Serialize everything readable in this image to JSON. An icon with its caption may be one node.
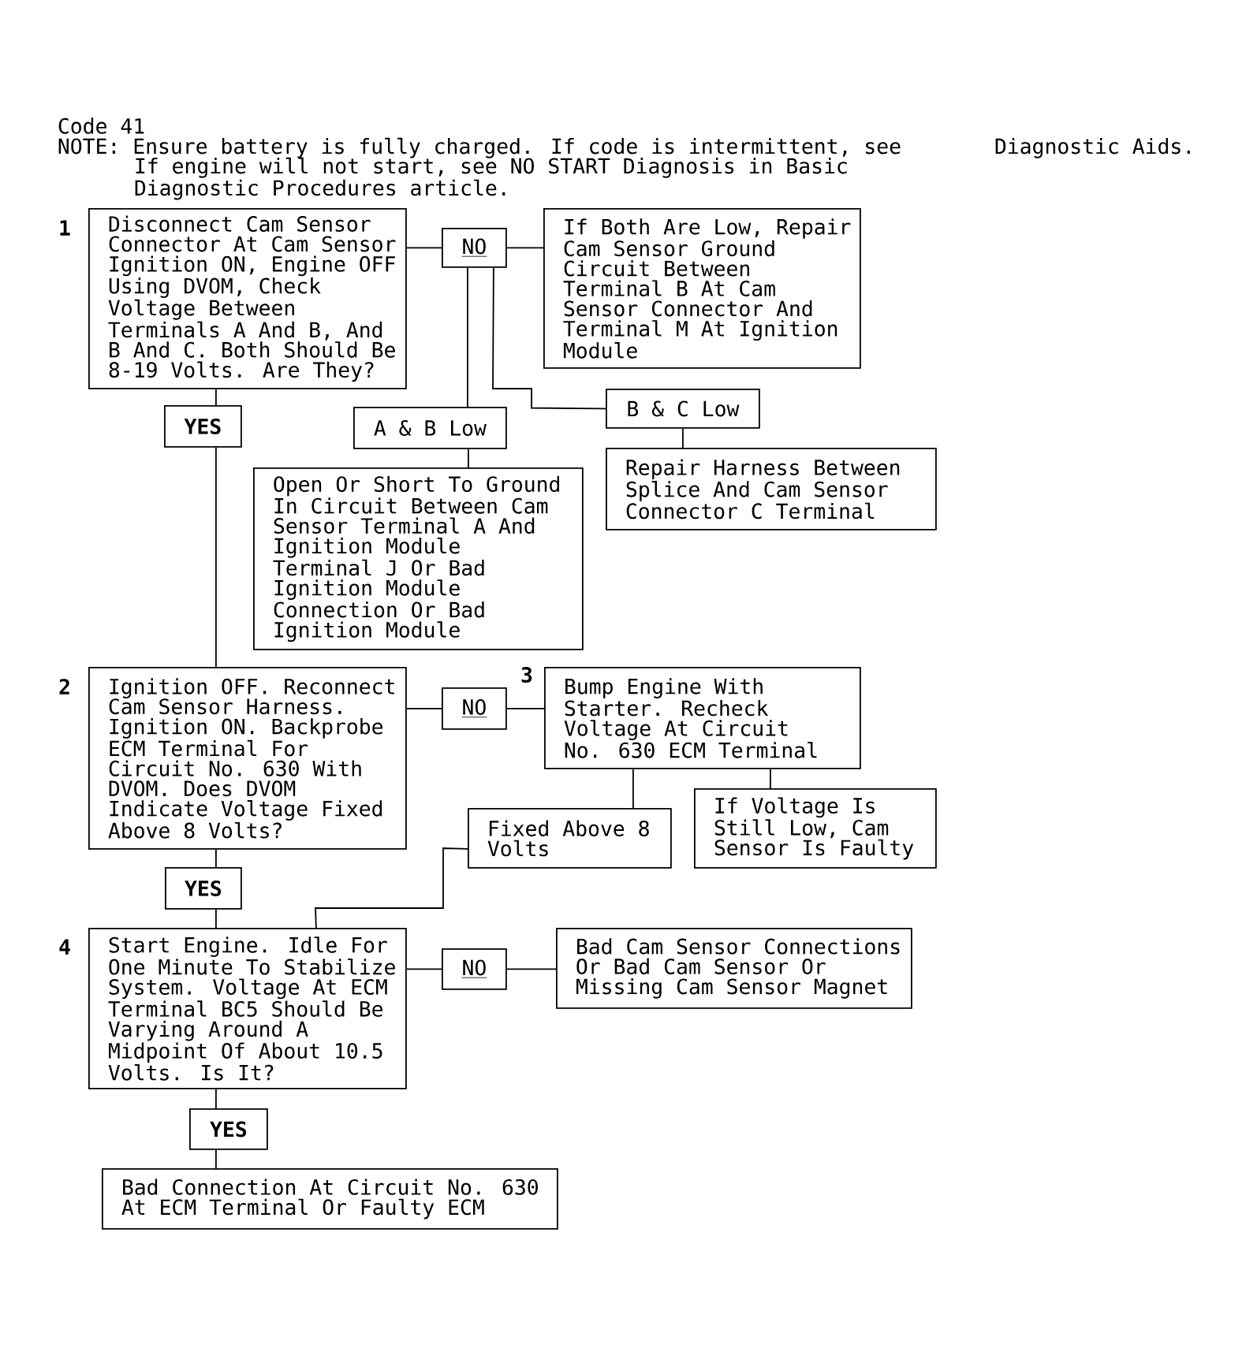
{
  "diagram": {
    "title": "Code 41",
    "nodes": [
      {
        "text": [
          "Disconnect Cam Sensor Connector At Cam Sensor Ignition ON, Engine OFF Using DVOM, Check Voltage Between Terminals A And B, And B And C. Both Should Be 8-19 Volts. Are They?"
        ],
        "beside": [
          "1"
        ]
      },
      {
        "text": [
          "NO"
        ]
      },
      {
        "text": [
          "If Both Are Low, Repair Cam Sensor Ground Circuit Between Terminal B At Cam Sensor Connector And Terminal M At Ignition Module"
        ]
      },
      {
        "text": [
          "YES"
        ]
      },
      {
        "text": [
          "A & B Low"
        ]
      },
      {
        "text": [
          "B & C Low"
        ]
      },
      {
        "text": [
          "Open Or Short To Ground In Circuit Between Cam Sensor Terminal A And Ignition Module Terminal J Or Bad Ignition Module Connection Or Bad Ignition Module"
        ]
      },
      {
        "text": [
          "Repair Harness Between Splice And Cam Sensor Connector C Terminal"
        ]
      },
      {
        "text": [
          "Ignition OFF. Reconnect Cam Sensor Harness. Ignition ON. Backprobe ECM Terminal For Circuit No. 630 With DVOM. Does DVOM Indicate Voltage Fixed Above 8 Volts?"
        ],
        "beside": [
          "2"
        ]
      },
      {
        "text": [
          "NO"
        ]
      },
      {
        "text": [
          "Bump Engine With Starter. Recheck Voltage At Circuit No. 630 ECM Terminal"
        ],
        "beside": [
          "3"
        ]
      },
      {
        "text": [
          "Fixed Above 8 Volts"
        ]
      },
      {
        "text": [
          "If Voltage Is Still Low, Cam Sensor Is Faulty"
        ]
      },
      {
        "text": [
          "YES"
        ]
      },
      {
        "text": [
          "Start Engine. Idle For One Minute To Stabilize System. Voltage At ECM Terminal BC5 Should Be Varying Around A Midpoint Of About 10.5 Volts. Is It?"
        ],
        "beside": [
          "4"
        ]
      },
      {
        "text": [
          "NO"
        ]
      },
      {
        "text": [
          "Bad Cam Sensor Connections Or Bad Cam Sensor Or Missing Cam Sensor Magnet"
        ]
      },
      {
        "text": [
          "YES"
        ]
      },
      {
        "text": [
          "Bad Connection At Circuit No. 630 At ECM Terminal Or Faulty ECM"
        ]
      }
    ],
    "edges": [
      {
        "from": 0,
        "to": 1,
        "arrow": "none"
      },
      {
        "from": 1,
        "to": 2,
        "arrow": "none"
      },
      {
        "from": 1,
        "to": 4,
        "arrow": "none"
      },
      {
        "from": 1,
        "to": 5,
        "arrow": "none"
      },
      {
        "from": 4,
        "to": 6,
        "arrow": "none"
      },
      {
        "from": 5,
        "to": 7,
        "arrow": "none"
      },
      {
        "from": 0,
        "to": 3,
        "arrow": "none"
      },
      {
        "from": 3,
        "to": 8,
        "arrow": "none"
      },
      {
        "from": 8,
        "to": 9,
        "arrow": "none"
      },
      {
        "from": 9,
        "to": 10,
        "arrow": "none"
      },
      {
        "from": 10,
        "to": 11,
        "arrow": "none"
      },
      {
        "from": 10,
        "to": 12,
        "arrow": "none"
      },
      {
        "from": 8,
        "to": 13,
        "arrow": "none"
      },
      {
        "from": 13,
        "to": 14,
        "arrow": "none"
      },
      {
        "from": 11,
        "to": 14,
        "arrow": "none"
      },
      {
        "from": 14,
        "to": 15,
        "arrow": "none"
      },
      {
        "from": 15,
        "to": 16,
        "arrow": "none"
      },
      {
        "from": 14,
        "to": 17,
        "arrow": "none"
      },
      {
        "from": 17,
        "to": 18,
        "arrow": "none"
      }
    ],
    "labels": [
      "NOTE: Ensure battery is fully charged. If code is intermittent, see",
      "Diagnostic Aids.",
      "If engine will not start, see NO START Diagnosis in Basic Diagnostic Procedures article."
    ]
  }
}
